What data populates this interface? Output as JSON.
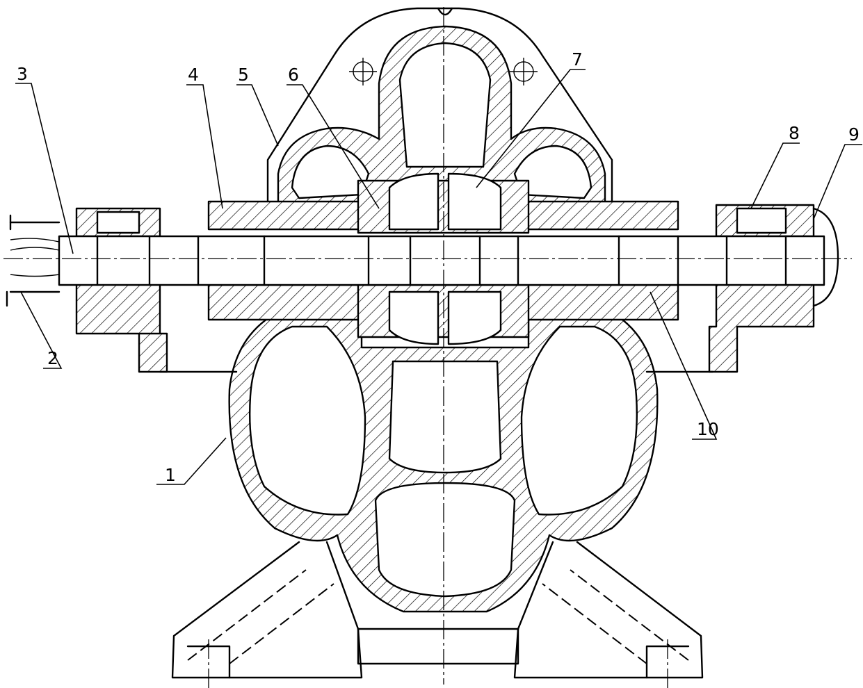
{
  "figure": {
    "callouts": [
      {
        "label": "1"
      },
      {
        "label": "2"
      },
      {
        "label": "3"
      },
      {
        "label": "4"
      },
      {
        "label": "5"
      },
      {
        "label": "6"
      },
      {
        "label": "7"
      },
      {
        "label": "8"
      },
      {
        "label": "9"
      },
      {
        "label": "10"
      }
    ]
  },
  "colors": {
    "ink": "#000000",
    "background": "#ffffff"
  }
}
